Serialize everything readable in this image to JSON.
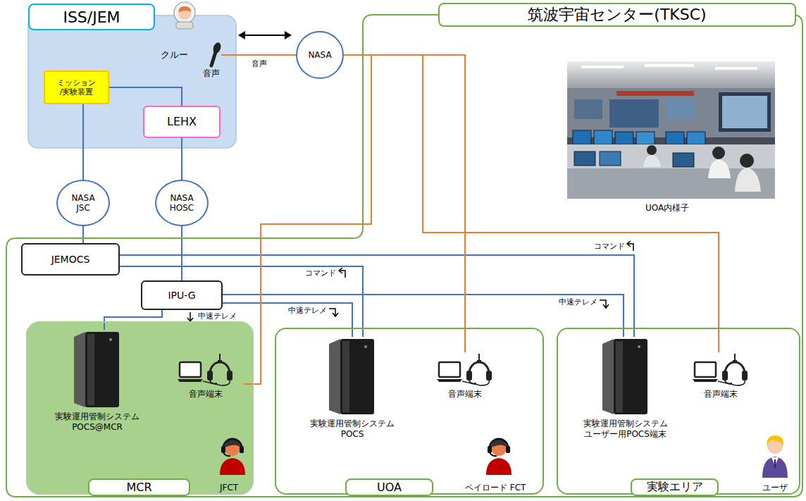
{
  "diagram": {
    "nodes": [
      {
        "text": [
          "ISS/JEM"
        ]
      },
      {
        "text": [
          "ミッション /実験装置"
        ],
        "in": 0
      },
      {
        "text": [
          "LEHX"
        ],
        "in": 0
      },
      {
        "text": [
          "クルー"
        ],
        "in": 0
      },
      {
        "text": [
          "NASA"
        ]
      },
      {
        "text": [
          "筑波宇宙センター(TKSC)"
        ]
      },
      {
        "text": [
          "NASA JSC"
        ]
      },
      {
        "text": [
          "NASA HOSC"
        ]
      },
      {
        "text": [
          "JEMOCS"
        ],
        "in": 5
      },
      {
        "text": [
          "IPU-G"
        ],
        "in": 5
      },
      {
        "text": [
          "MCR"
        ],
        "in": 5
      },
      {
        "text": [
          "実験運用管制システム POCS@MCR"
        ],
        "in": 10
      },
      {
        "text": [
          "音声端末"
        ],
        "in": 10
      },
      {
        "text": [
          "UOA"
        ],
        "in": 5
      },
      {
        "text": [
          "実験運用管制システム POCS"
        ],
        "in": 13
      },
      {
        "text": [
          "音声端末"
        ],
        "in": 13
      },
      {
        "text": [
          "実験エリア"
        ],
        "in": 5
      },
      {
        "text": [
          "実験運用管制システム ユーザー用POCS端末"
        ],
        "in": 16
      },
      {
        "text": [
          "音声端末"
        ],
        "in": 16
      }
    ],
    "edges": [
      {
        "from": 1,
        "to": 6,
        "arrow": "none"
      },
      {
        "from": 1,
        "to": 2,
        "arrow": "none"
      },
      {
        "from": 2,
        "to": 7,
        "arrow": "none"
      },
      {
        "from": 6,
        "to": 8,
        "arrow": "none"
      },
      {
        "from": 7,
        "to": 9,
        "arrow": "none"
      },
      {
        "from": 8,
        "to": 14,
        "label": "コマンド",
        "arrow": "none"
      },
      {
        "from": 8,
        "to": 17,
        "label": "コマンド",
        "arrow": "none"
      },
      {
        "from": 9,
        "to": 11,
        "label": "中速テレメ",
        "arrow": "none"
      },
      {
        "from": 9,
        "to": 14,
        "label": "中速テレメ",
        "arrow": "none"
      },
      {
        "from": 9,
        "to": 17,
        "label": "中速テレメ",
        "arrow": "none"
      },
      {
        "from": 3,
        "to": 4,
        "label": "音声",
        "arrow": "none"
      },
      {
        "from": 4,
        "to": 15,
        "arrow": "none"
      },
      {
        "from": 4,
        "to": 12,
        "arrow": "none"
      },
      {
        "from": 4,
        "to": 18,
        "arrow": "none"
      }
    ],
    "labels": [
      "音声",
      "UOA内様子",
      "JFCT",
      "ペイロード FCT",
      "ユーザ"
    ]
  }
}
